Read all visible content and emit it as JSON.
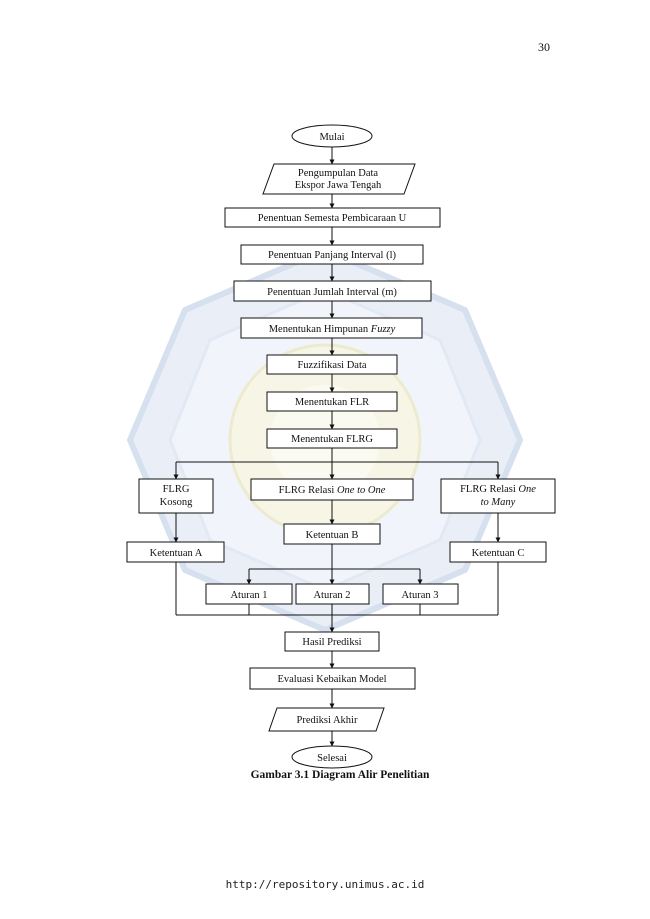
{
  "page_number": "30",
  "caption": "Gambar 3.1 Diagram Alir Penelitian",
  "footer_url": "http://repository.unimus.ac.id",
  "nodes": {
    "start": "Mulai",
    "data_collection_1": "Pengumpulan Data",
    "data_collection_2": "Ekspor Jawa Tengah",
    "universe": "Penentuan Semesta Pembicaraan U",
    "interval_length": "Penentuan Panjang Interval (l)",
    "interval_count": "Penentuan Jumlah Interval (m)",
    "fuzzy_set_prefix": "Menentukan Himpunan ",
    "fuzzy_set_italic": "Fuzzy",
    "fuzzification": "Fuzzifikasi Data",
    "flr": "Menentukan FLR",
    "flrg": "Menentukan FLRG",
    "flrg_empty_1": "FLRG",
    "flrg_empty_2": "Kosong",
    "one_to_one_prefix": "FLRG Relasi ",
    "one_to_one_italic": "One to One",
    "one_to_many_prefix": "FLRG  Relasi ",
    "one_to_many_italic_1": "One",
    "one_to_many_italic_2": "to Many",
    "rule_a": "Ketentuan A",
    "rule_b": "Ketentuan B",
    "rule_c": "Ketentuan C",
    "aturan_1": "Aturan 1",
    "aturan_2": "Aturan 2",
    "aturan_3": "Aturan 3",
    "prediction": "Hasil Prediksi",
    "evaluation": "Evaluasi Kebaikan Model",
    "final_prediction": "Prediksi Akhir",
    "end": "Selesai"
  }
}
